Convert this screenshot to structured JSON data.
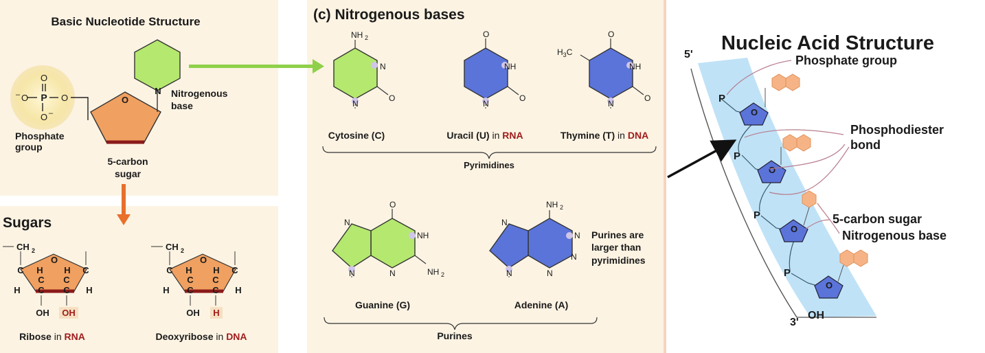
{
  "nucleotide": {
    "title": "Basic Nucleotide Structure",
    "phosphate_label_1": "Phosphate",
    "phosphate_label_2": "group",
    "base_label_1": "Nitrogenous",
    "base_label_2": "base",
    "sugar_label_1": "5-carbon",
    "sugar_label_2": "sugar",
    "atoms": {
      "P": "P",
      "O": "O",
      "O_minus": "O",
      "minus": "–",
      "ring_N": "N",
      "ring_O": "O"
    }
  },
  "sugars": {
    "title": "Sugars",
    "ribose_name": "Ribose",
    "ribose_in": " in ",
    "ribose_rna": "RNA",
    "deoxy_name": "Deoxyribose",
    "deoxy_in": " in ",
    "deoxy_dna": "DNA",
    "ch2": "CH",
    "sub2": "2",
    "C": "C",
    "H": "H",
    "O": "O",
    "OH": "OH",
    "highlight_oh": "OH",
    "highlight_h": "H"
  },
  "bases": {
    "title": "(c) Nitrogenous bases",
    "cytosine": "Cytosine (C)",
    "uracil": "Uracil (U)",
    "uracil_in": " in ",
    "uracil_rna": "RNA",
    "thymine": "Thymine (T)",
    "thymine_in": " in ",
    "thymine_dna": "DNA",
    "pyrimidines": "Pyrimidines",
    "guanine": "Guanine (G)",
    "adenine": "Adenine (A)",
    "purines": "Purines",
    "note_1": "Purines are",
    "note_2": "larger than",
    "note_3": "pyrimidines",
    "nh2": "NH",
    "nh": "NH",
    "n": "N",
    "o": "O",
    "h3c": "H",
    "h3c_sub": "3",
    "h3c_c": "C",
    "sub2": "2"
  },
  "nucleic": {
    "title": "Nucleic Acid Structure",
    "five_prime": "5'",
    "three_prime": "3'",
    "oh": "OH",
    "phosphate": "Phosphate group",
    "phosphodiester_1": "Phosphodiester",
    "phosphodiester_2": "bond",
    "sugar": "5-carbon sugar",
    "base": "Nitrogenous base",
    "P": "P",
    "O": "O"
  },
  "colors": {
    "panel_bg": "#fcf3e3",
    "green_base": "#b5e86e",
    "blue_base": "#5b74d9",
    "sugar_orange": "#f0a060",
    "phosphate_yellow": "#f6e6a8",
    "rna_dna_red": "#a01c1c",
    "arrow_green": "#8fd04a",
    "arrow_orange": "#e8702a",
    "strand_blue": "#bfe2f7",
    "hexagon_peach": "#f6b486"
  }
}
